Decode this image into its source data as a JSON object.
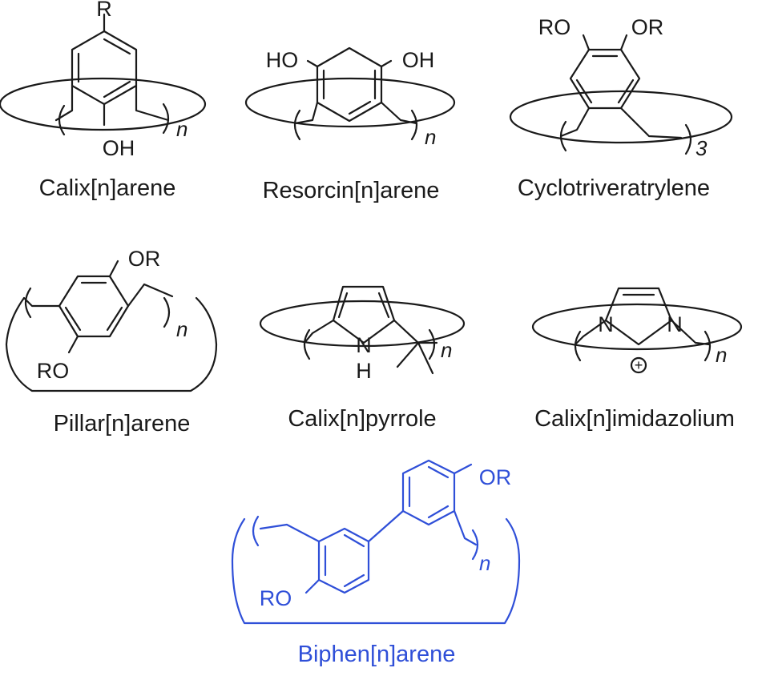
{
  "colors": {
    "ink": "#1a1a1a",
    "accent": "#2f4fd8",
    "background": "#ffffff"
  },
  "structures": [
    {
      "id": "calixarene",
      "name": "Calix[n]arene",
      "substituents": [
        "R",
        "OH"
      ],
      "repeat_subscript": "n"
    },
    {
      "id": "resorcinarene",
      "name": "Resorcin[n]arene",
      "substituents": [
        "HO",
        "OH"
      ],
      "repeat_subscript": "n"
    },
    {
      "id": "cyclotriveratrylene",
      "name": "Cyclotriveratrylene",
      "substituents": [
        "RO",
        "OR"
      ],
      "repeat_subscript": "3"
    },
    {
      "id": "pillararene",
      "name": "Pillar[n]arene",
      "substituents": [
        "OR",
        "RO"
      ],
      "repeat_subscript": "n"
    },
    {
      "id": "calixpyrrole",
      "name": "Calix[n]pyrrole",
      "substituents": [
        "N",
        "H"
      ],
      "repeat_subscript": "n"
    },
    {
      "id": "caliximidazolium",
      "name": "Calix[n]imidazolium",
      "substituents": [
        "N",
        "N"
      ],
      "charge": "+",
      "repeat_subscript": "n"
    },
    {
      "id": "biphenarene",
      "name": "Biphen[n]arene",
      "substituents": [
        "OR",
        "RO"
      ],
      "repeat_subscript": "n",
      "highlight_color": "#2f4fd8"
    }
  ]
}
